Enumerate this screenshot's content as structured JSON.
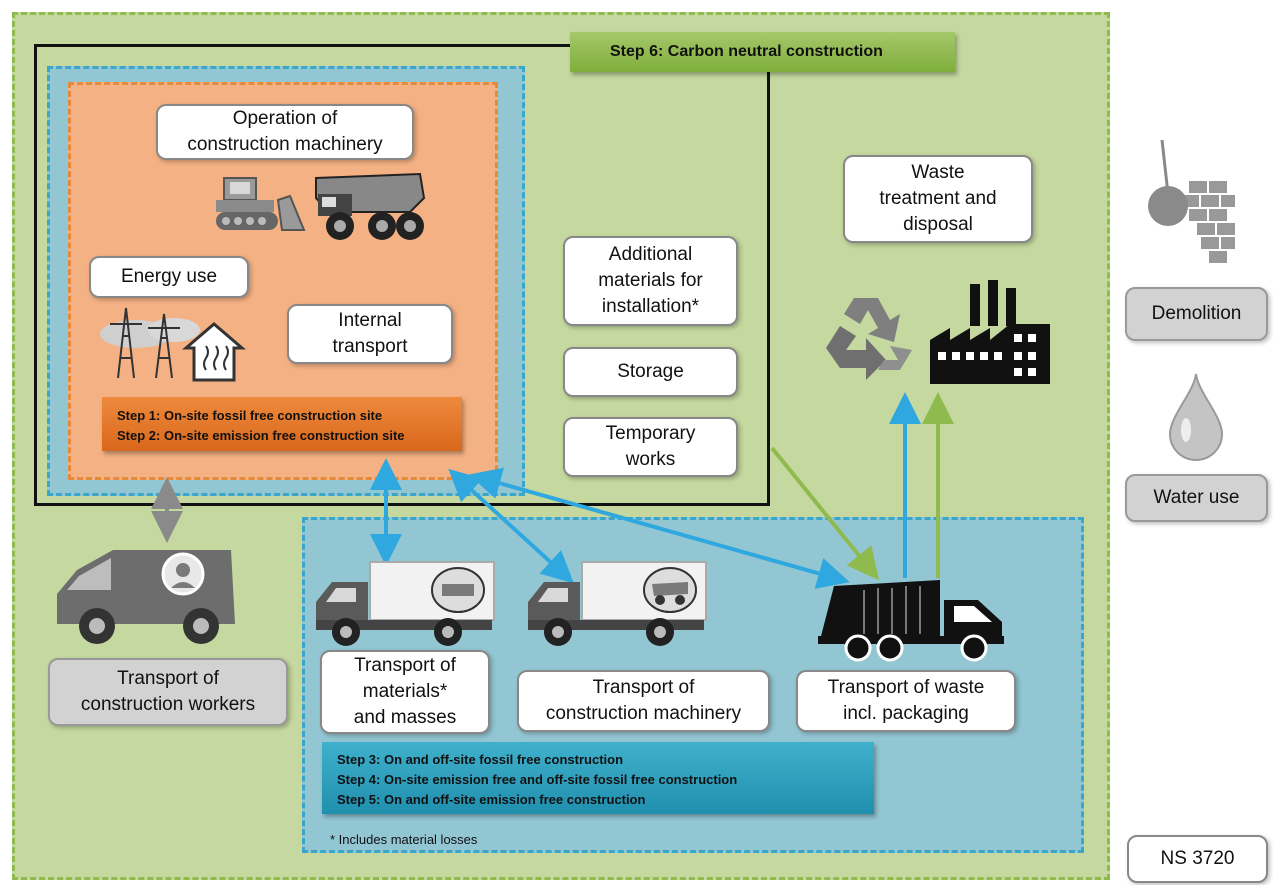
{
  "step6": "Step 6: Carbon neutral construction",
  "boxes": {
    "operation": "Operation of\nconstruction machinery",
    "energy": "Energy use",
    "internal": "Internal\ntransport",
    "additional": "Additional\nmaterials for\ninstallation*",
    "storage": "Storage",
    "temporary": "Temporary\nworks",
    "waste_treatment": "Waste\ntreatment and\ndisposal",
    "workers": "Transport of\nconstruction workers",
    "materials": "Transport of\nmaterials*\nand masses",
    "machinery": "Transport of\nconstruction machinery",
    "waste_transport": "Transport of waste\nincl. packaging"
  },
  "steps_orange": [
    "Step 1: On-site fossil free construction site",
    "Step 2: On-site emission free construction site"
  ],
  "steps_blue": [
    "Step 3: On and off-site fossil free  construction",
    "Step 4: On-site emission free and off-site fossil free construction",
    "Step 5: On and off-site emission free construction"
  ],
  "note": "* Includes material losses",
  "side": {
    "demolition": "Demolition",
    "water": "Water use",
    "standard": "NS 3720"
  },
  "colors": {
    "green_area": "#c4d89f",
    "blue_area": "#93c6d3",
    "orange_area": "#f4b183",
    "blue_arrow": "#2ea8df",
    "green_arrow": "#8fba4e",
    "grey_arrow": "#8a8a8a"
  }
}
